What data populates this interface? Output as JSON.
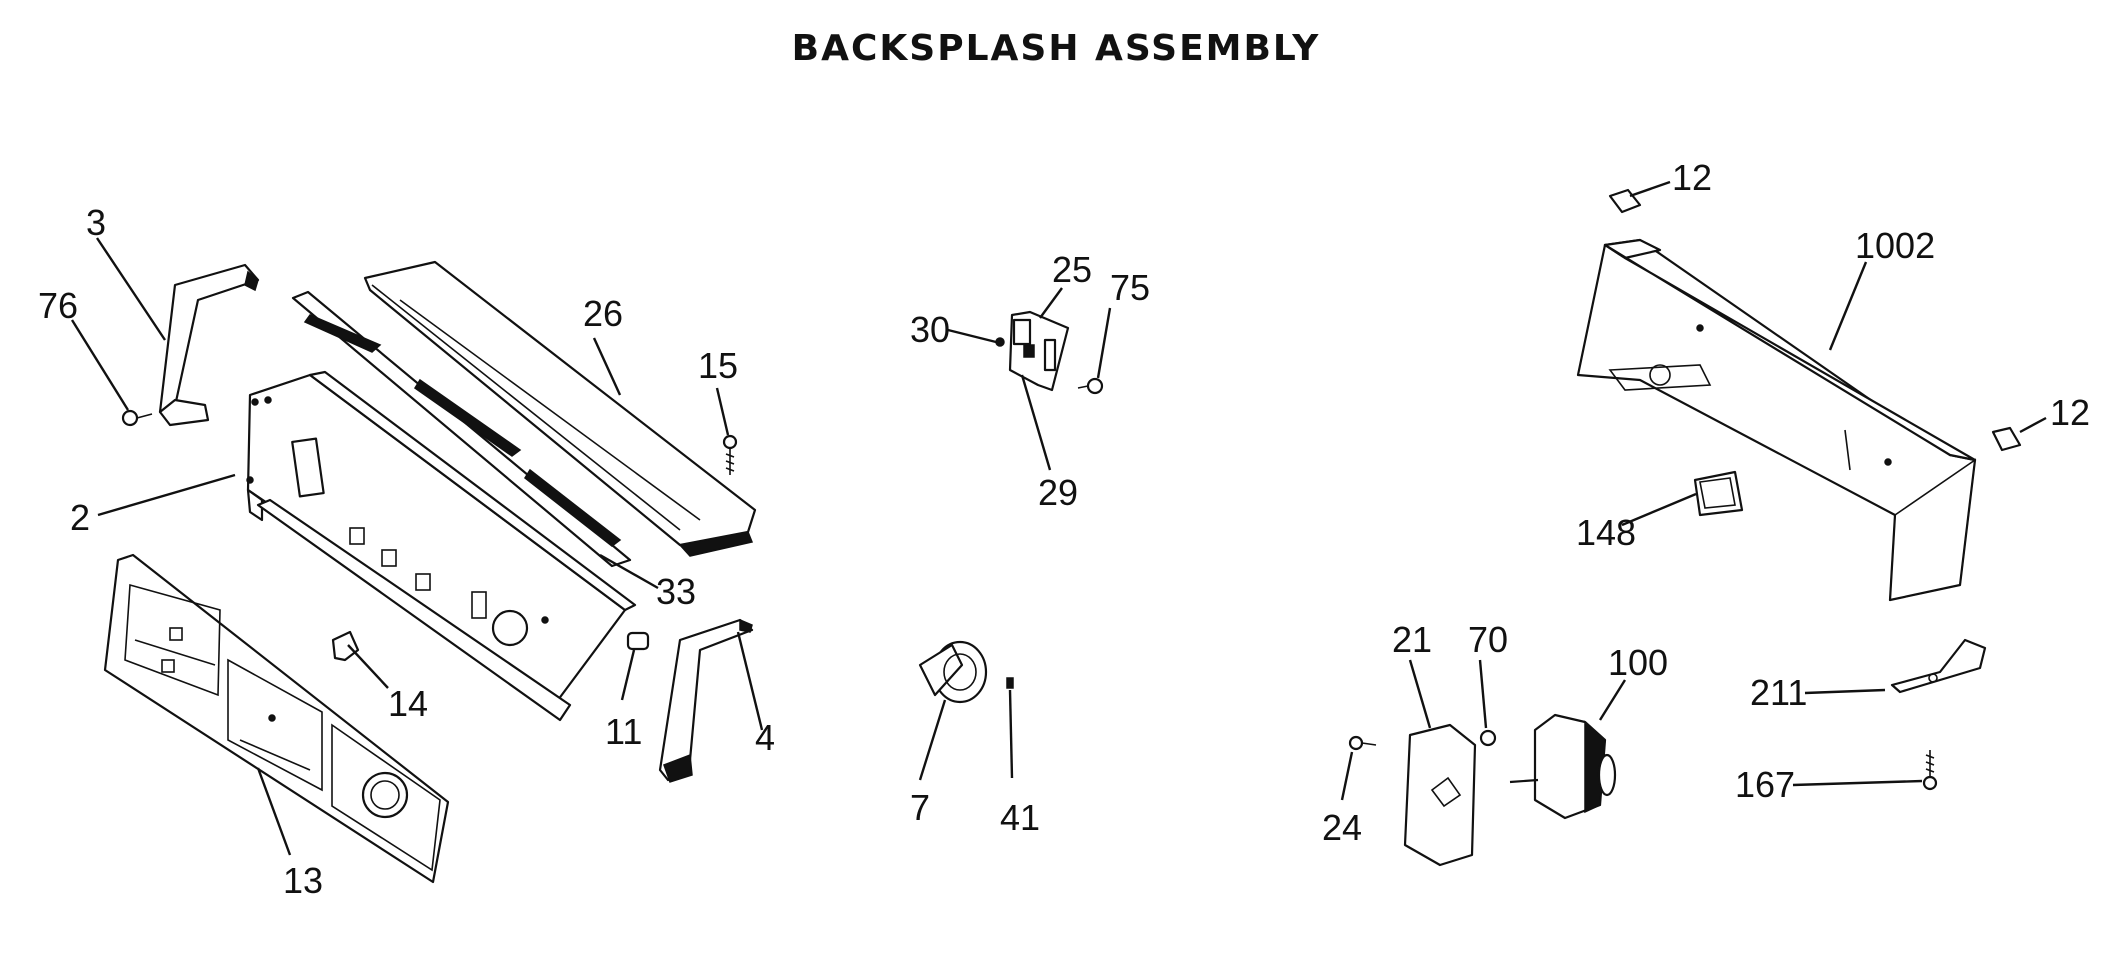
{
  "title": "BACKSPLASH ASSEMBLY",
  "labels": {
    "p3": "3",
    "p76": "76",
    "p2": "2",
    "p26": "26",
    "p15": "15",
    "p33": "33",
    "p14": "14",
    "p11": "11",
    "p4": "4",
    "p13": "13",
    "p30": "30",
    "p25": "25",
    "p75": "75",
    "p29": "29",
    "p7": "7",
    "p41": "41",
    "p12a": "12",
    "p1002": "1002",
    "p12b": "12",
    "p148": "148",
    "p21": "21",
    "p70": "70",
    "p100": "100",
    "p24": "24",
    "p211": "211",
    "p167": "167"
  }
}
